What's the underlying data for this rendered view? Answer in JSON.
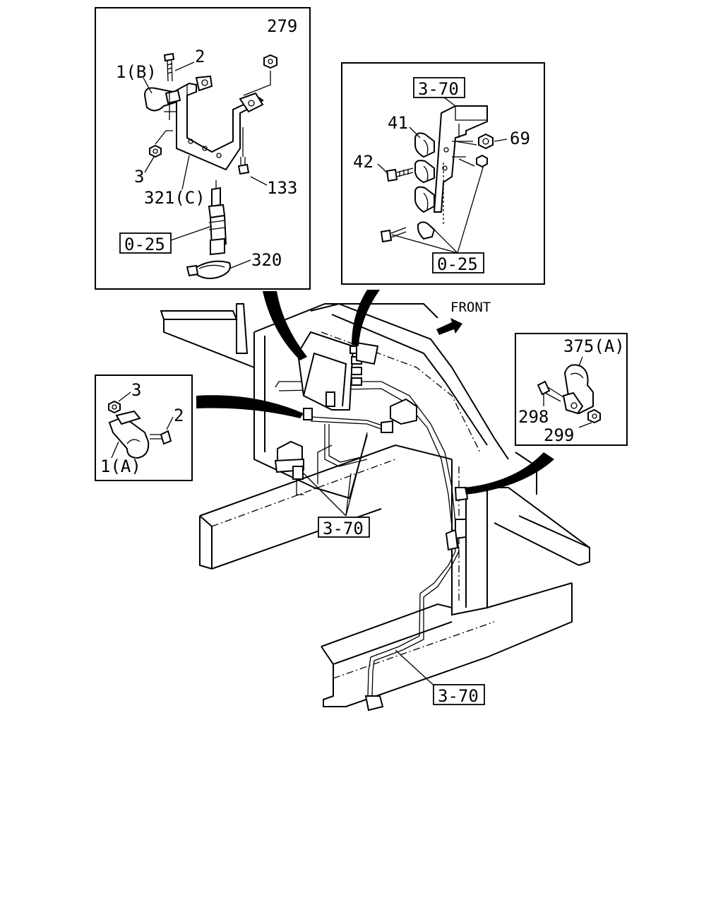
{
  "detail_top_left": {
    "labels": {
      "n279": "279",
      "n2": "2",
      "n1b": "1(B)",
      "n3": "3",
      "n321c": "321(C)",
      "n133": "133",
      "ref025": "0-25",
      "n320": "320"
    }
  },
  "detail_top_right": {
    "labels": {
      "ref370": "3-70",
      "n41": "41",
      "n69": "69",
      "n42": "42",
      "ref025": "0-25"
    }
  },
  "detail_left": {
    "labels": {
      "n3": "3",
      "n2": "2",
      "n1a": "1(A)"
    }
  },
  "detail_right": {
    "labels": {
      "n375a": "375(A)",
      "n298": "298",
      "n299": "299"
    }
  },
  "main": {
    "front_label": "FRONT",
    "ref370_center": "3-70",
    "ref370_bottom": "3-70"
  }
}
